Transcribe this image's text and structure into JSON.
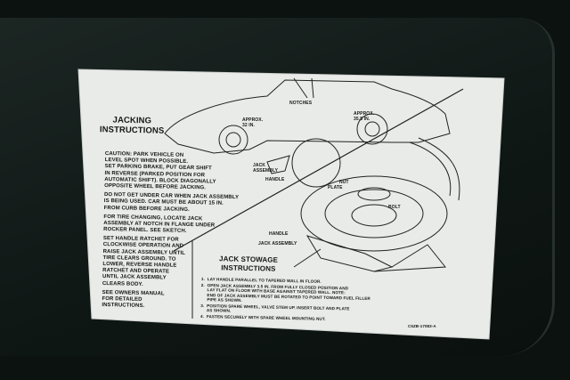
{
  "label": {
    "title": "JACKING\nINSTRUCTIONS",
    "caution_paragraphs": [
      "CAUTION: PARK VEHICLE ON\nLEVEL SPOT WHEN POSSIBLE.\nSET PARKING BRAKE, PUT GEAR SHIFT\nIN REVERSE (PARKED POSITION FOR\nAUTOMATIC SHIFT). BLOCK DIAGONALLY\nOPPOSITE WHEEL BEFORE JACKING.",
      "DO NOT GET UNDER CAR WHEN JACK ASSEMBLY\nIS BEING USED. CAR MUST BE ABOUT 15 IN.\nFROM CURB BEFORE JACKING.",
      "FOR TIRE CHANGING, LOCATE JACK\nASSEMBLY AT NOTCH IN FLANGE UNDER\nROCKER PANEL. SEE SKETCH.",
      "SET HANDLE RATCHET FOR\nCLOCKWISE OPERATION AND\nRAISE JACK ASSEMBLY UNTIL\nTIRE CLEARS GROUND. TO\nLOWER, REVERSE HANDLE\nRATCHET AND OPERATE\nUNTIL JACK ASSEMBLY\nCLEARS BODY.",
      "SEE OWNERS MANUAL\nFOR DETAILED\nINSTRUCTIONS."
    ],
    "diagram_labels": {
      "notches": "NOTCHES",
      "approx_front": "APPROX.\n32 IN.",
      "approx_rear": "APPROX.\n35.5 IN.",
      "jack_assembly": "JACK\nASSEMBLY",
      "handle": "HANDLE",
      "nut": "NUT",
      "plate": "PLATE",
      "bolt": "BOLT",
      "handle2": "HANDLE",
      "jack_assembly2": "JACK ASSEMBLY"
    },
    "stowage_title": "JACK STOWAGE\nINSTRUCTIONS",
    "stowage_steps": [
      "1.  LAY HANDLE PARALLEL TO TAPERED WALL IN FLOOR.",
      "2.  OPEN JACK ASSEMBLY 3.5 IN. FROM FULLY CLOSED POSITION AND\n     LAY FLAT ON FLOOR WITH BASE AGAINST TAPERED WALL. NOTE:\n     END OF JACK ASSEMBLY MUST BE ROTATED TO POINT TOWARD FUEL FILLER\n     PIPE AS SHOWN.",
      "3.  POSITION SPARE WHEEL, VALVE STEM UP. INSERT BOLT AND PLATE\n     AS SHOWN.",
      "4.  FASTEN SECURELY WITH SPARE WHEEL MOUNTING NUT."
    ],
    "part_number": "C5ZB-17083-A"
  }
}
